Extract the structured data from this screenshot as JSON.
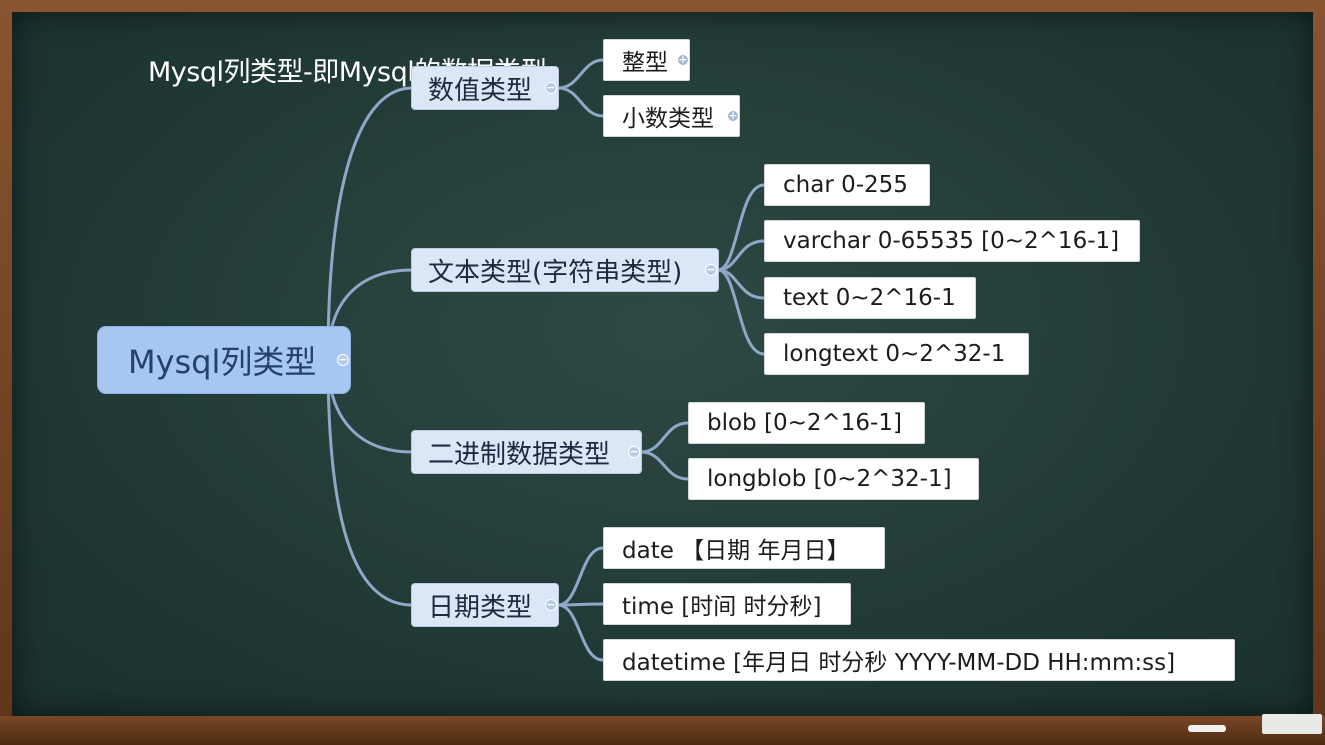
{
  "title": "Mysql列类型-即Mysql的数据类型",
  "root": {
    "label": "Mysql列类型"
  },
  "branches": [
    {
      "label": "数值类型",
      "children": [
        {
          "label": "整型"
        },
        {
          "label": "小数类型"
        }
      ]
    },
    {
      "label": "文本类型(字符串类型)",
      "children": [
        {
          "label": "char 0-255"
        },
        {
          "label": "varchar 0-65535 [0~2^16-1]"
        },
        {
          "label": "text 0~2^16-1"
        },
        {
          "label": "longtext 0~2^32-1"
        }
      ]
    },
    {
      "label": "二进制数据类型",
      "children": [
        {
          "label": "blob [0~2^16-1]"
        },
        {
          "label": "longblob [0~2^32-1]"
        }
      ]
    },
    {
      "label": "日期类型",
      "children": [
        {
          "label": "date 【日期 年月日】"
        },
        {
          "label": "time [时间 时分秒]"
        },
        {
          "label": "datetime [年月日 时分秒 YYYY-MM-DD HH:mm:ss]"
        }
      ]
    }
  ],
  "colors": {
    "board": "#223b37",
    "frame": "#6b3f1f",
    "root_fill": "#a6c7f2",
    "branch_fill": "#dbe7f6",
    "leaf_fill": "#ffffff",
    "connector": "#8fa8c8"
  },
  "icons": {
    "collapse": "minus-circle-icon",
    "expand": "plus-circle-icon"
  }
}
